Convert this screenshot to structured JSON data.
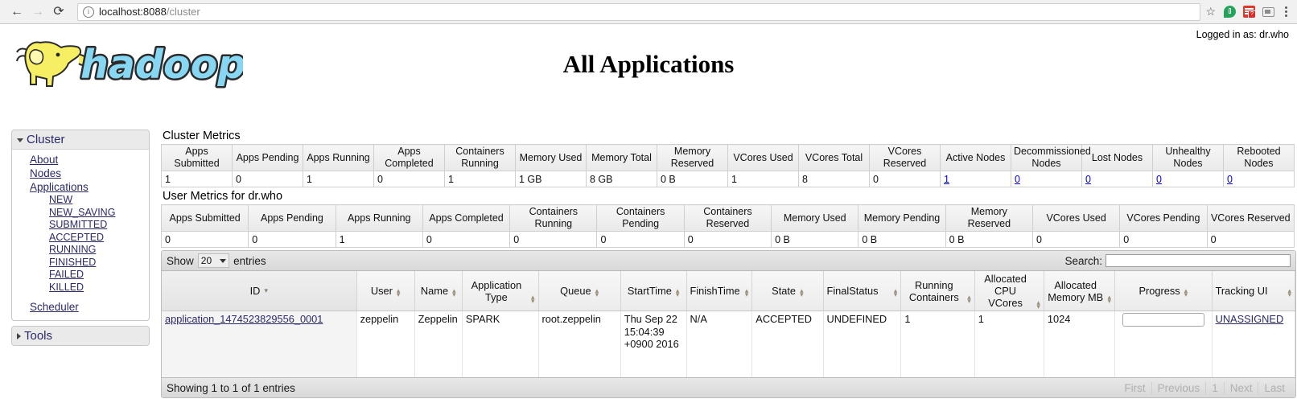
{
  "browser": {
    "back_icon": "back-arrow-icon",
    "forward_icon": "forward-arrow-icon",
    "reload_icon": "reload-icon",
    "url_host": "localhost:8088",
    "url_path": "/cluster",
    "star_glyph": "☆",
    "extensions": [
      "hangouts-extension-icon",
      "red-list-extension-icon",
      "cast-icon",
      "chrome-menu-icon"
    ]
  },
  "header": {
    "logged_in": "Logged in as: dr.who",
    "title": "All Applications",
    "logo_text": "hadoop"
  },
  "sidebar": {
    "cluster": {
      "label": "Cluster",
      "items": [
        {
          "label": "About"
        },
        {
          "label": "Nodes"
        },
        {
          "label": "Applications"
        }
      ],
      "app_states": [
        {
          "label": "NEW"
        },
        {
          "label": "NEW_SAVING"
        },
        {
          "label": "SUBMITTED"
        },
        {
          "label": "ACCEPTED"
        },
        {
          "label": "RUNNING"
        },
        {
          "label": "FINISHED"
        },
        {
          "label": "FAILED"
        },
        {
          "label": "KILLED"
        }
      ],
      "scheduler": {
        "label": "Scheduler"
      }
    },
    "tools": {
      "label": "Tools"
    }
  },
  "cluster_metrics": {
    "title": "Cluster Metrics",
    "columns": [
      "Apps Submitted",
      "Apps Pending",
      "Apps Running",
      "Apps Completed",
      "Containers Running",
      "Memory Used",
      "Memory Total",
      "Memory Reserved",
      "VCores Used",
      "VCores Total",
      "VCores Reserved",
      "Active Nodes",
      "Decommissioned Nodes",
      "Lost Nodes",
      "Unhealthy Nodes",
      "Rebooted Nodes"
    ],
    "values": [
      "1",
      "0",
      "1",
      "0",
      "1",
      "1 GB",
      "8 GB",
      "0 B",
      "1",
      "8",
      "0",
      "1",
      "0",
      "0",
      "0",
      "0"
    ],
    "linked_value_indexes": [
      11,
      12,
      13,
      14,
      15
    ]
  },
  "user_metrics": {
    "title": "User Metrics for dr.who",
    "columns": [
      "Apps Submitted",
      "Apps Pending",
      "Apps Running",
      "Apps Completed",
      "Containers Running",
      "Containers Pending",
      "Containers Reserved",
      "Memory Used",
      "Memory Pending",
      "Memory Reserved",
      "VCores Used",
      "VCores Pending",
      "VCores Reserved"
    ],
    "values": [
      "0",
      "0",
      "1",
      "0",
      "0",
      "0",
      "0",
      "0 B",
      "0 B",
      "0 B",
      "0",
      "0",
      "0"
    ]
  },
  "applications_table": {
    "show_label": "Show",
    "entries_label": "entries",
    "page_length": "20",
    "search_label": "Search:",
    "search_value": "",
    "search_placeholder": "",
    "columns": [
      {
        "label": "ID",
        "sort": "desc"
      },
      {
        "label": "User",
        "sort": "both"
      },
      {
        "label": "Name",
        "sort": "both"
      },
      {
        "label": "Application Type",
        "sort": "both"
      },
      {
        "label": "Queue",
        "sort": "both"
      },
      {
        "label": "StartTime",
        "sort": "both"
      },
      {
        "label": "FinishTime",
        "sort": "both"
      },
      {
        "label": "State",
        "sort": "both"
      },
      {
        "label": "FinalStatus",
        "sort": "both"
      },
      {
        "label": "Running Containers",
        "sort": "both"
      },
      {
        "label": "Allocated CPU VCores",
        "sort": "both"
      },
      {
        "label": "Allocated Memory MB",
        "sort": "both"
      },
      {
        "label": "Progress",
        "sort": "both"
      },
      {
        "label": "Tracking UI",
        "sort": "both"
      }
    ],
    "rows": [
      {
        "id": "application_1474523829556_0001",
        "user": "zeppelin",
        "name": "Zeppelin",
        "application_type": "SPARK",
        "queue": "root.zeppelin",
        "start_time": "Thu Sep 22 15:04:39 +0900 2016",
        "finish_time": "N/A",
        "state": "ACCEPTED",
        "final_status": "UNDEFINED",
        "running_containers": "1",
        "allocated_cpu_vcores": "1",
        "allocated_memory_mb": "1024",
        "progress": "",
        "tracking_ui": "UNASSIGNED"
      }
    ],
    "info": "Showing 1 to 1 of 1 entries",
    "paginate": {
      "first": "First",
      "previous": "Previous",
      "page": "1",
      "next": "Next",
      "last": "Last"
    }
  },
  "colors": {
    "link": "#2a2a6a",
    "logo_blue": "#7ed2f0",
    "logo_yellow": "#f5ec5a",
    "chrome_bg": "#f1f1f1"
  }
}
